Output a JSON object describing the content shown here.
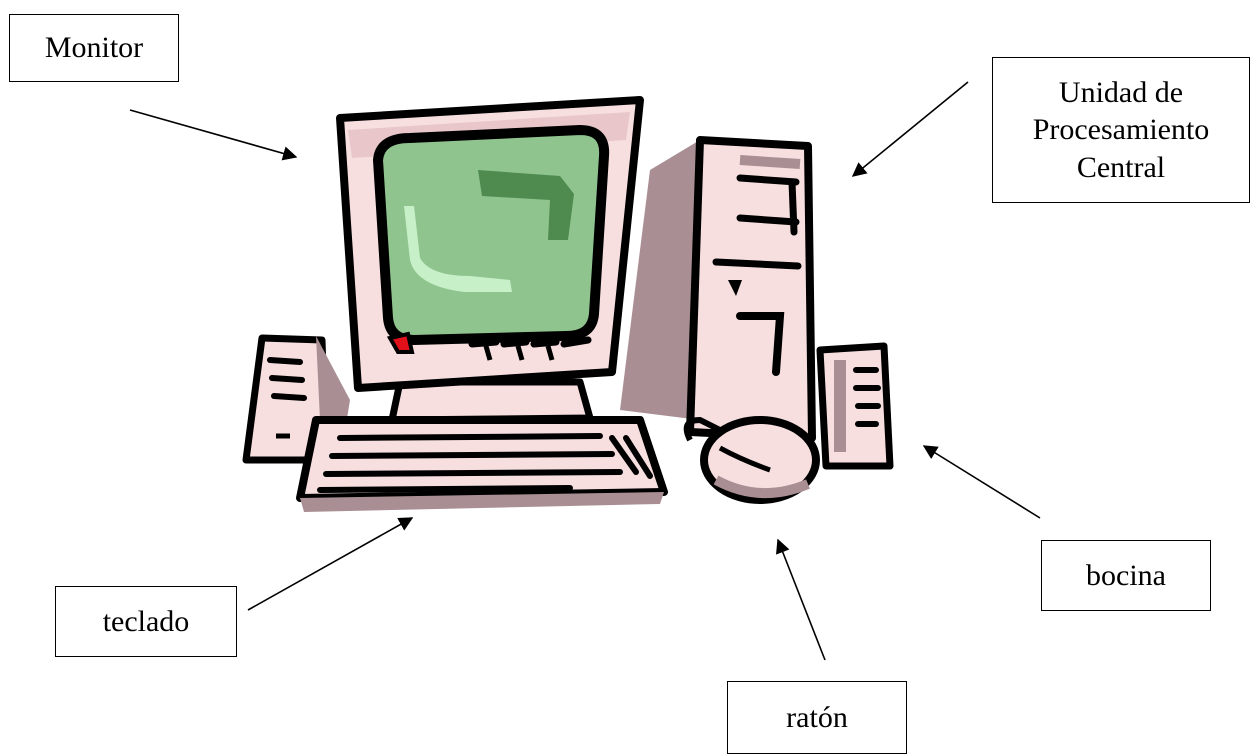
{
  "labels": {
    "monitor": "Monitor",
    "cpu_line1": "Unidad de",
    "cpu_line2": "Procesamiento",
    "cpu_line3": "Central",
    "teclado": "teclado",
    "bocina": "bocina",
    "raton": "ratón"
  },
  "colors": {
    "body_pink": "#f7dfe0",
    "shadow_mauve": "#a98f93",
    "screen_green": "#8fc48f",
    "screen_dark": "#4f8a4f",
    "screen_highlight": "#c8f0c8",
    "red_button": "#e0101a",
    "outline": "#000000"
  }
}
